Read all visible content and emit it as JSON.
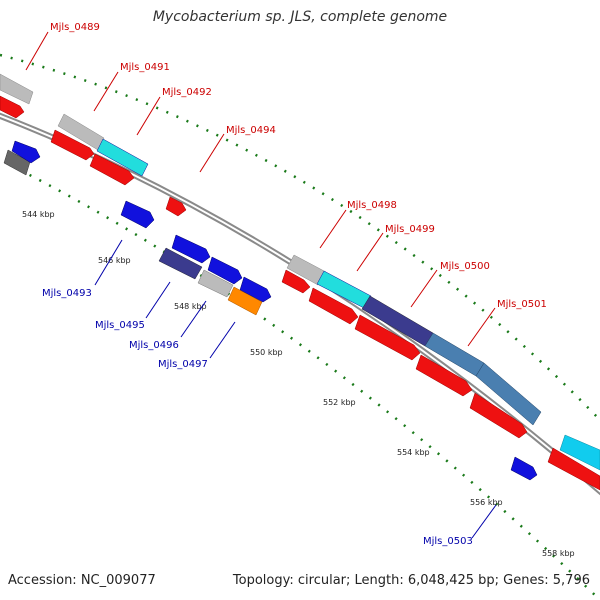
{
  "header": {
    "title": "Mycobacterium sp. JLS, complete genome"
  },
  "footer": {
    "accession": "Accession: NC_009077",
    "summary": "Topology: circular; Length: 6,048,425 bp; Genes: 5,796"
  },
  "scale_ticks": [
    "544 kbp",
    "546 kbp",
    "548 kbp",
    "550 kbp",
    "552 kbp",
    "554 kbp",
    "556 kbp",
    "558 kbp"
  ],
  "gene_labels": {
    "forward": [
      "Mjls_0489",
      "Mjls_0491",
      "Mjls_0492",
      "Mjls_0494",
      "Mjls_0498",
      "Mjls_0499",
      "Mjls_0500",
      "Mjls_0501"
    ],
    "reverse": [
      "Mjls_0493",
      "Mjls_0495",
      "Mjls_0496",
      "Mjls_0497",
      "Mjls_0503"
    ]
  },
  "colors": {
    "forward_label": "#cc0000",
    "reverse_label": "#0000aa",
    "backbone": "#8a8a8a",
    "tick": "#1a7a1a",
    "cds": "#ee1111",
    "gene_grey": "#bbbbbb",
    "gene_cyan": "#22dddd",
    "gene_blue": "#1111dd",
    "gene_navy": "#3b3b8e",
    "gene_steel": "#4a7fb0",
    "gene_orange": "#ff8800",
    "gene_darkgrey": "#666666",
    "gene_lightcyan": "#11ccee"
  }
}
